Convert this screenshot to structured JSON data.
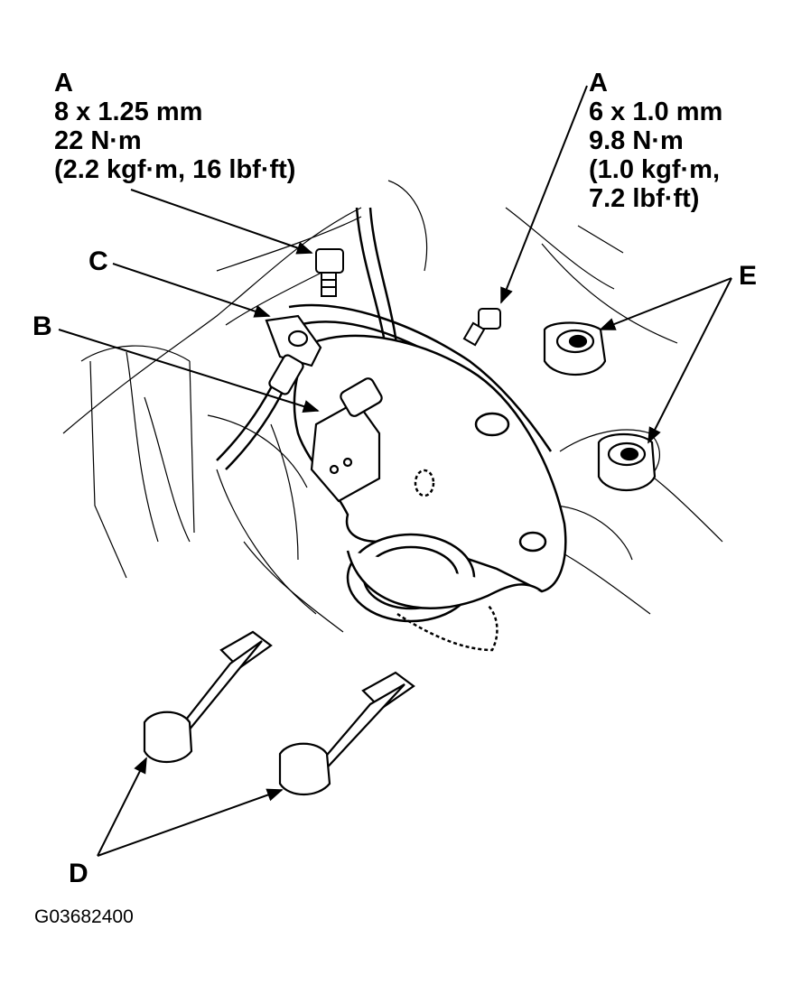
{
  "callouts": {
    "a_left": {
      "letter": "A",
      "lines": [
        "8 x 1.25 mm",
        "22 N·m",
        "(2.2 kgf·m, 16 lbf·ft)"
      ]
    },
    "a_right": {
      "letter": "A",
      "lines": [
        "6 x 1.0 mm",
        "9.8 N·m",
        "(1.0 kgf·m,",
        "7.2 lbf·ft)"
      ]
    },
    "b": "B",
    "c": "C",
    "d": "D",
    "e": "E"
  },
  "figure_id": "G03682400"
}
